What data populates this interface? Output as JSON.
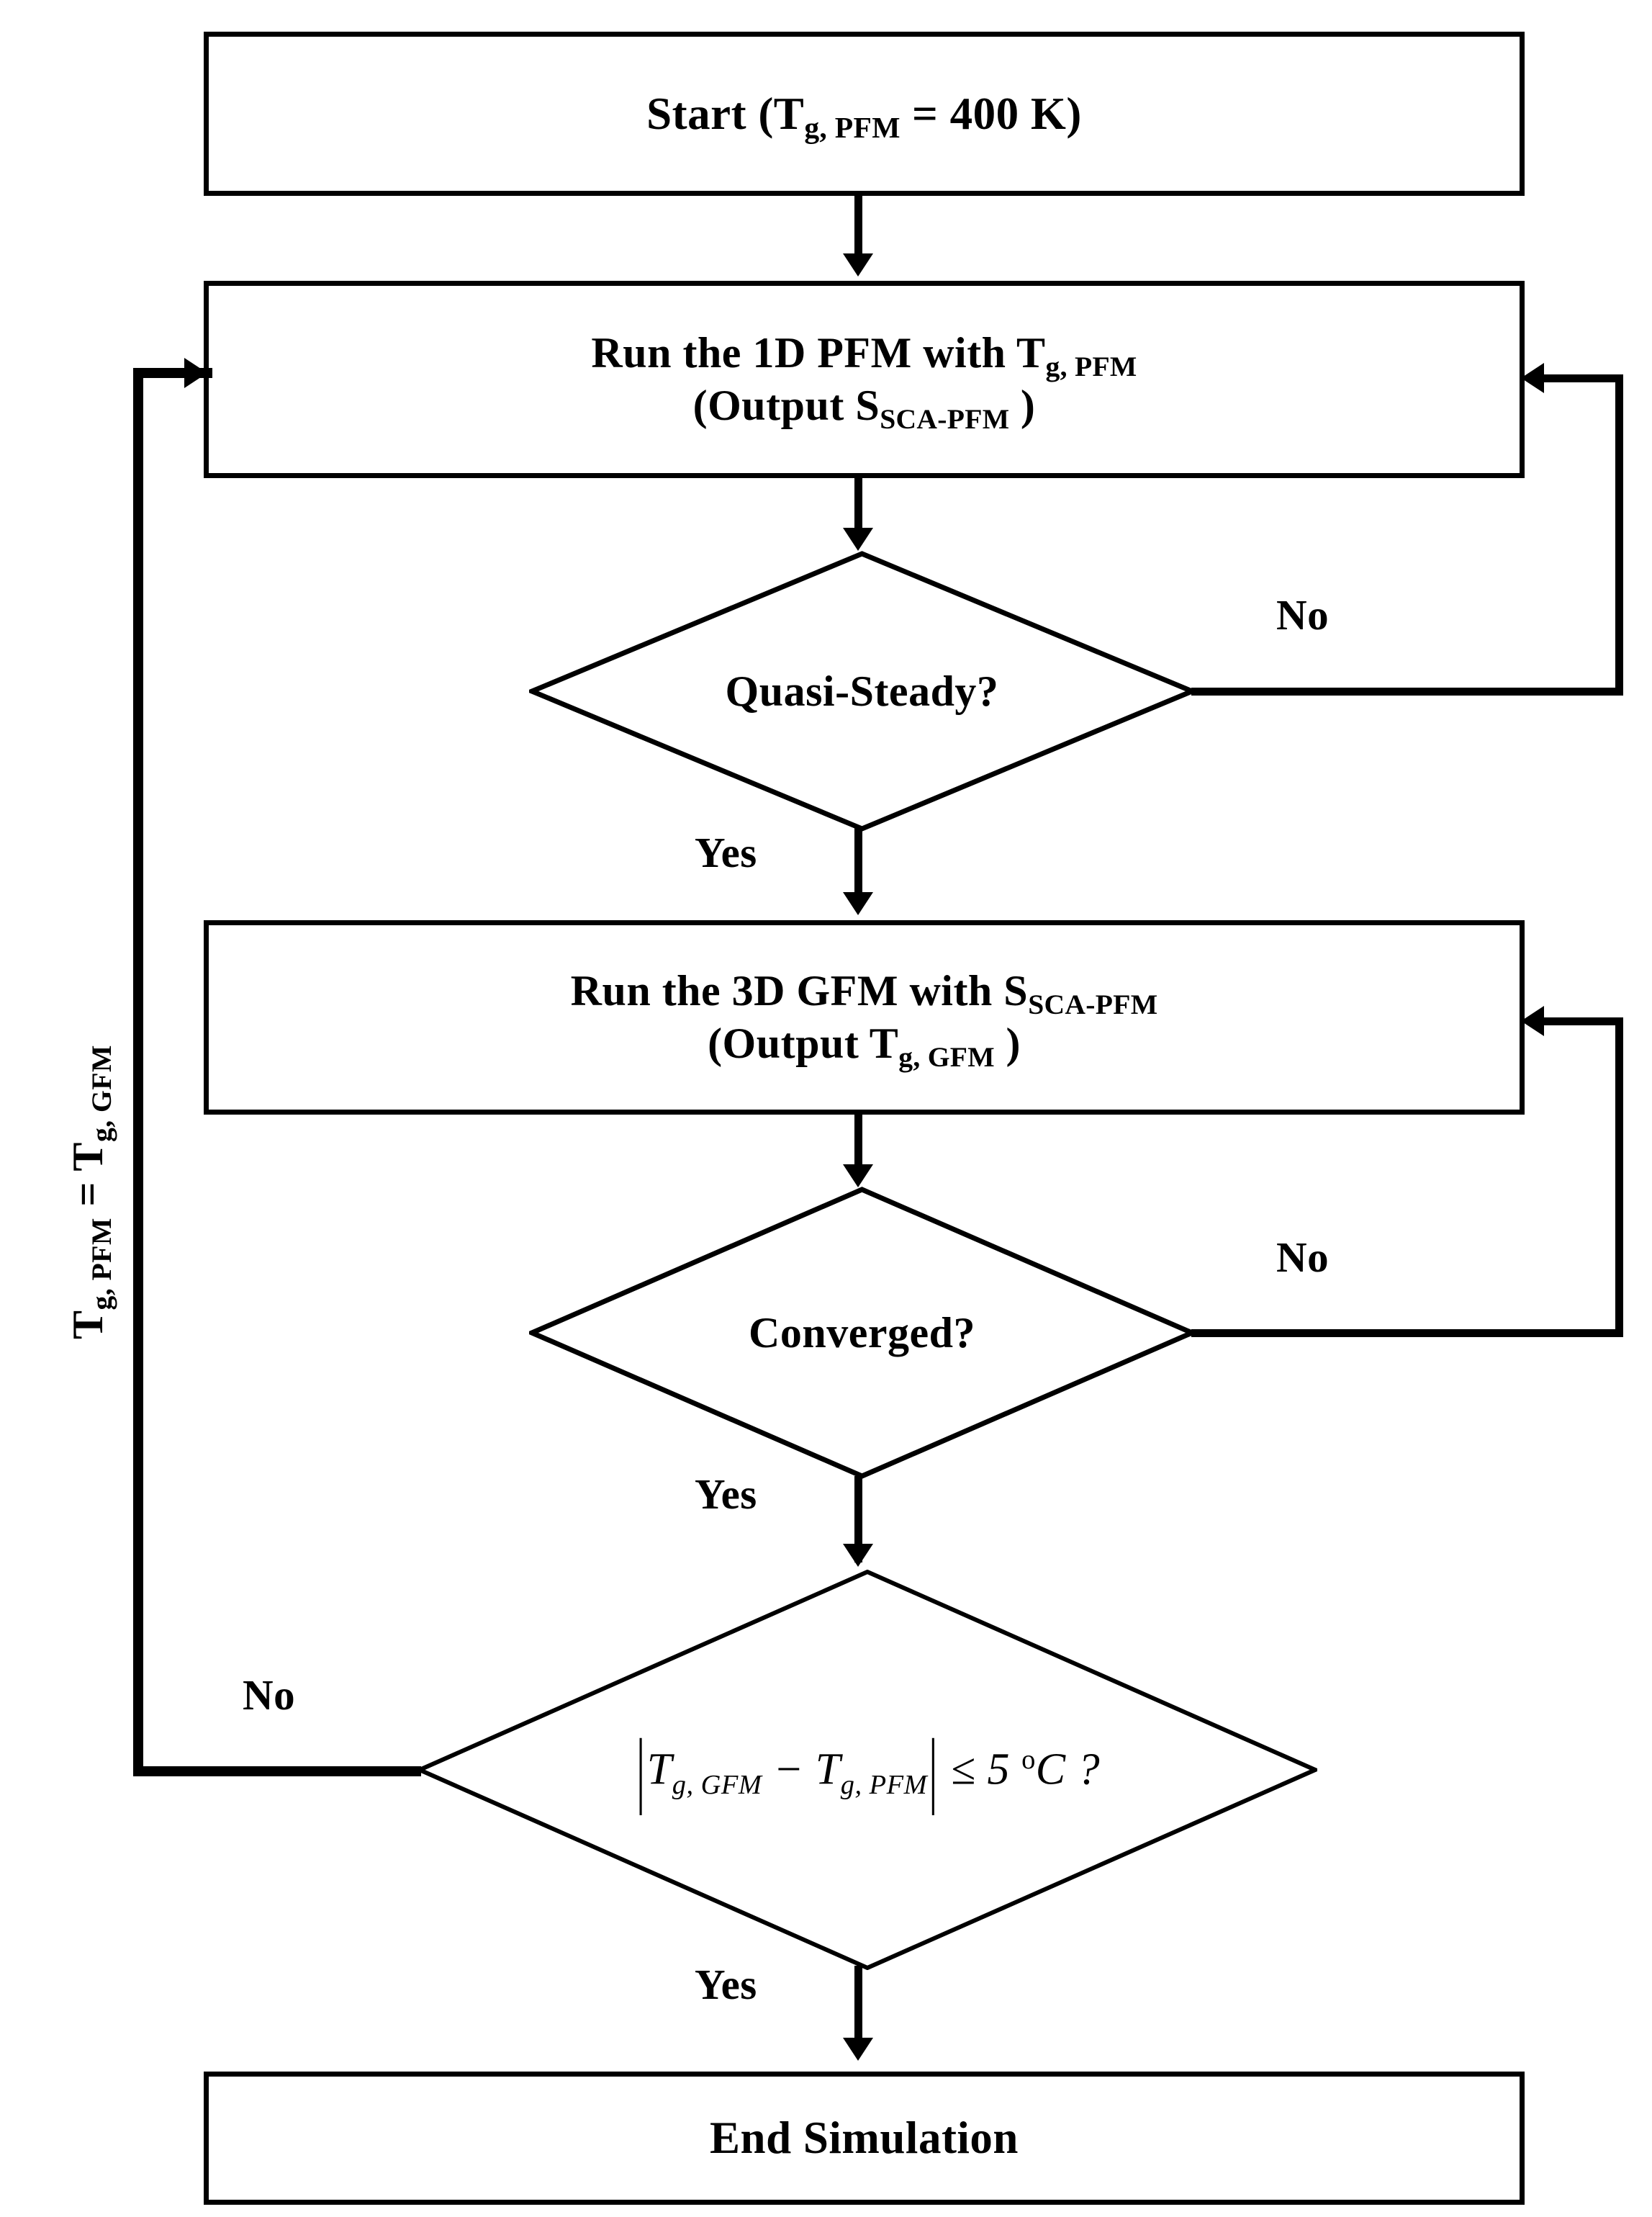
{
  "diagram": {
    "title": "PFM-GFM coupled simulation flowchart",
    "type": "flowchart",
    "colors": {
      "background": "#ffffff",
      "stroke": "#000000",
      "text": "#000000"
    },
    "nodes": {
      "start": {
        "shape": "process",
        "line1_pre": "Start (T",
        "line1_sub": "g, PFM",
        "line1_post": " = 400 K)",
        "plain": "Start (Tg, PFM = 400 K)"
      },
      "run_pfm": {
        "shape": "process",
        "line1_pre": "Run the 1D PFM with T",
        "line1_sub": "g, PFM",
        "line2_pre": "(Output S",
        "line2_sub": "SCA-PFM",
        "line2_post": " )",
        "plain": "Run the 1D PFM with Tg, PFM (Output SSCA-PFM )"
      },
      "quasi_steady": {
        "shape": "decision",
        "label": "Quasi-Steady?"
      },
      "run_gfm": {
        "shape": "process",
        "line1_pre": "Run the 3D GFM with S",
        "line1_sub": "SCA-PFM",
        "line2_pre": "(Output T",
        "line2_sub": "g, GFM",
        "line2_post": " )",
        "plain": "Run the 3D GFM with SSCA-PFM (Output Tg, GFM )"
      },
      "converged": {
        "shape": "decision",
        "label": "Converged?"
      },
      "tolerance": {
        "shape": "decision",
        "t1": "T",
        "t1_sub": "g, GFM",
        "minus": " − ",
        "t2": "T",
        "t2_sub": "g, PFM",
        "tail": " ≤ 5 ",
        "degree": "o",
        "unit": "C ?",
        "plain": "|Tg,GFM − Tg,PFM| ≤ 5 °C ?"
      },
      "end": {
        "shape": "process",
        "label": "End Simulation"
      }
    },
    "edges": {
      "quasi_no": "No",
      "quasi_yes": "Yes",
      "converged_no": "No",
      "converged_yes": "Yes",
      "tolerance_no": "No",
      "tolerance_yes": "Yes"
    },
    "loop_label": {
      "pre": "T",
      "sub1": "g, PFM",
      "mid": " = T",
      "sub2": "g, GFM",
      "plain": "Tg, PFM = Tg, GFM"
    }
  }
}
